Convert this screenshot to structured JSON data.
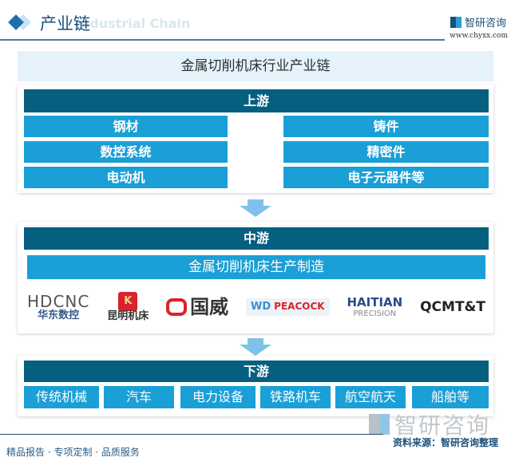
{
  "header": {
    "title": "产业链",
    "subtitle": "Industrial Chain",
    "brand": "智研咨询",
    "url": "www.chyxx.com"
  },
  "chart_title": "金属切削机床行业产业链",
  "upstream": {
    "label": "上游",
    "left": [
      "钢材",
      "数控系统",
      "电动机"
    ],
    "right": [
      "铸件",
      "精密件",
      "电子元器件等"
    ]
  },
  "midstream": {
    "label": "中游",
    "process": "金属切削机床生产制造",
    "companies": [
      {
        "name": "HDCNC",
        "sub": "华东数控"
      },
      {
        "name": "K",
        "sub": "昆明机床"
      },
      {
        "name": "国威",
        "sub": ""
      },
      {
        "name": "PEACOCK",
        "sub": "WD"
      },
      {
        "name": "HAITIAN",
        "sub": "PRECISION"
      },
      {
        "name": "QCMT&T",
        "sub": ""
      }
    ]
  },
  "downstream": {
    "label": "下游",
    "items": [
      "传统机械",
      "汽车",
      "电力设备",
      "铁路机车",
      "航空航天",
      "船舶等"
    ]
  },
  "footer": {
    "slogan": "精品报告 · 专项定制 · 品质服务",
    "source": "资料来源：智研咨询整理",
    "watermark": "智研咨询"
  },
  "colors": {
    "dark": "#075f80",
    "light": "#1a9fd6"
  }
}
